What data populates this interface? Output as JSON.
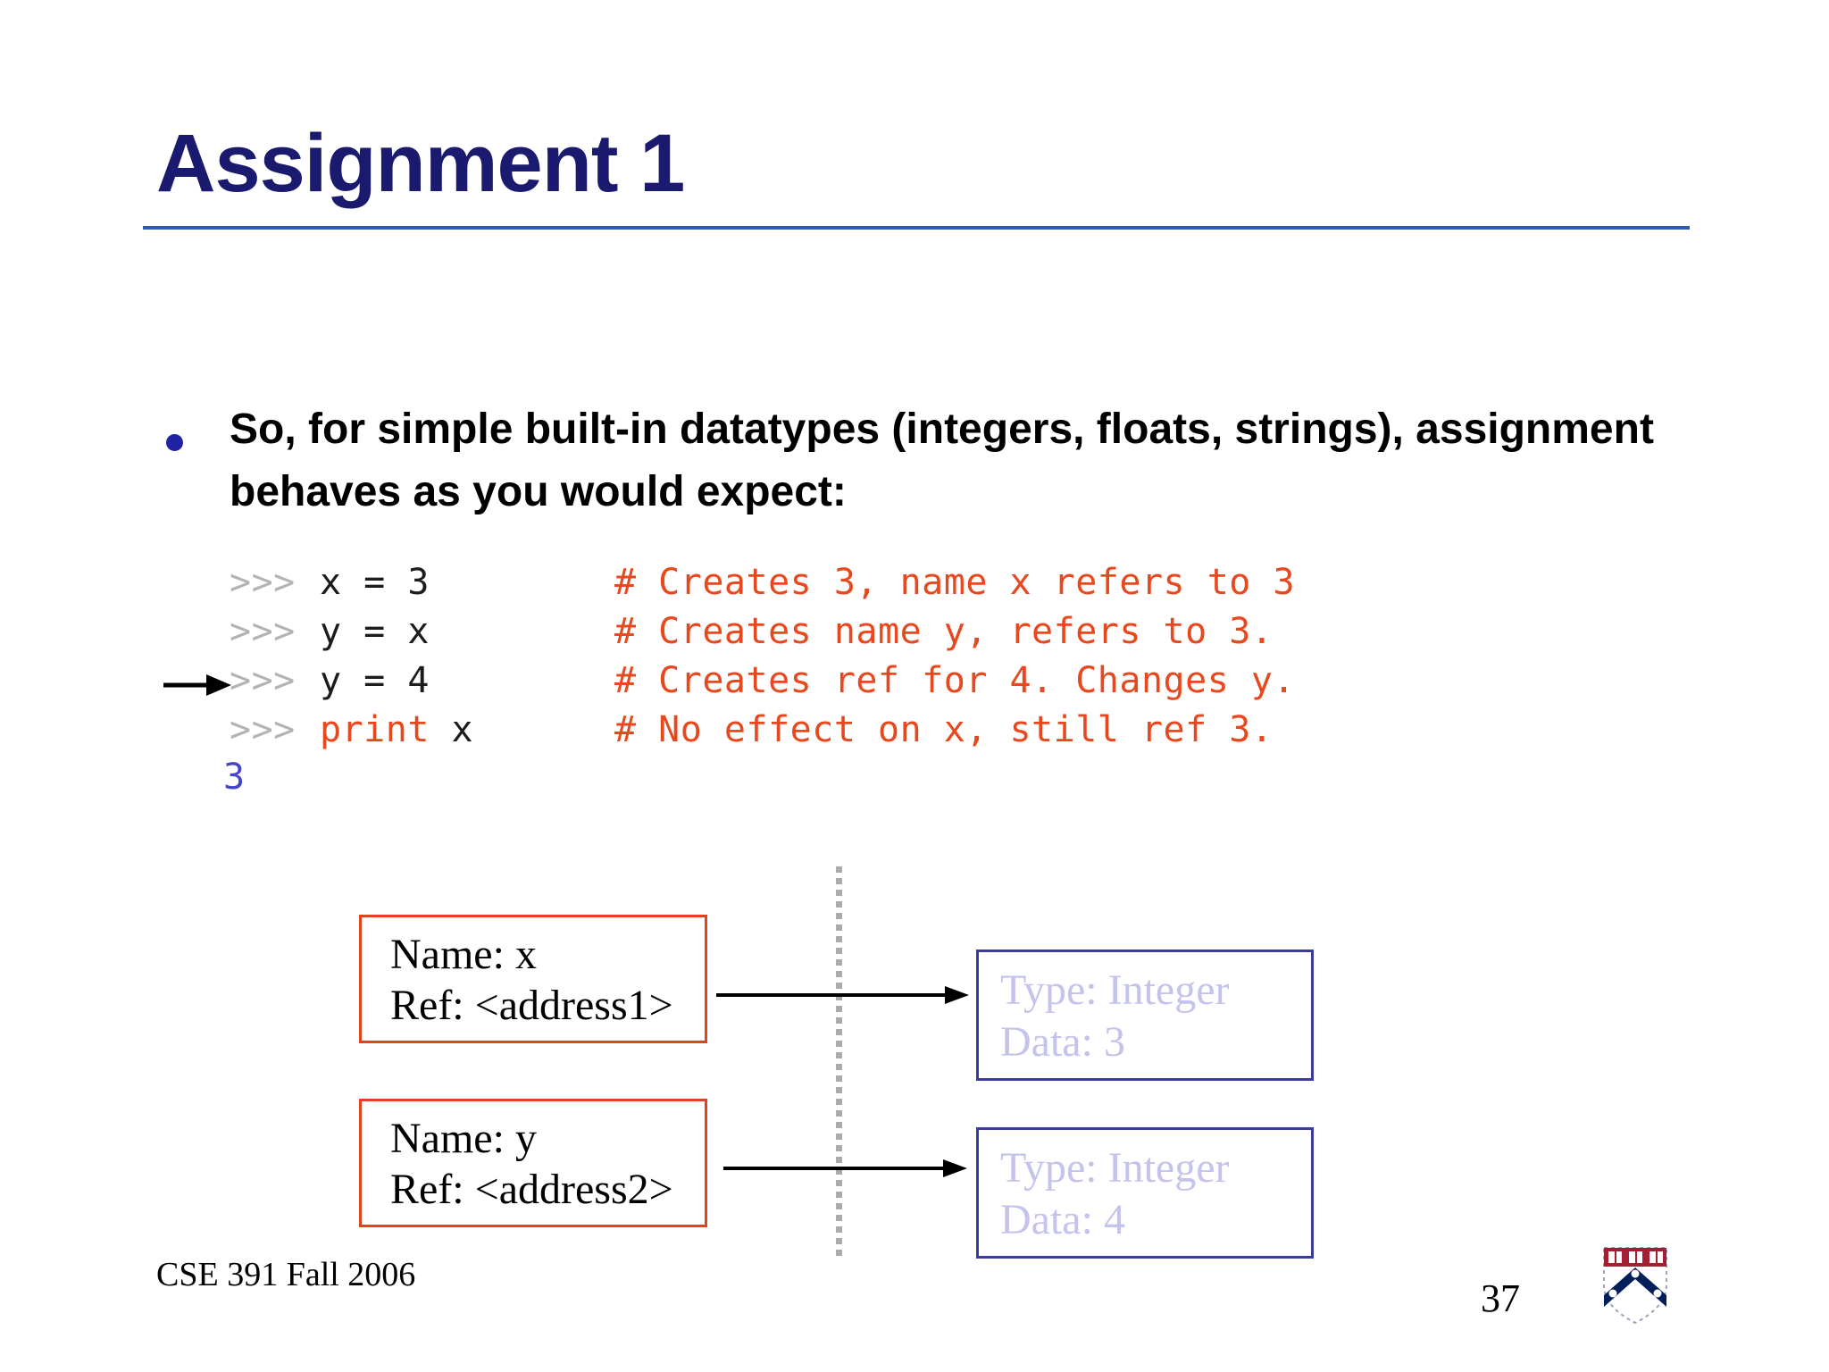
{
  "slide": {
    "title": "Assignment 1",
    "bullet": "So, for simple built-in datatypes (integers, floats, strings), assignment behaves as you would expect:"
  },
  "code": {
    "lines": [
      {
        "prompt": ">>>",
        "code": "x = 3",
        "comment": "# Creates 3, name x refers to 3"
      },
      {
        "prompt": ">>>",
        "code": "y = x",
        "comment": "# Creates name y, refers to 3."
      },
      {
        "prompt": ">>>",
        "code": "y = 4",
        "comment": "# Creates ref for 4. Changes y."
      },
      {
        "prompt": ">>>",
        "keyword": "print",
        "code": " x",
        "comment": "# No effect on x, still ref 3."
      }
    ],
    "output": "3"
  },
  "diagram": {
    "name_boxes": [
      {
        "line1": "Name: x",
        "line2": "Ref: <address1>"
      },
      {
        "line1": "Name: y",
        "line2": "Ref: <address2>"
      }
    ],
    "value_boxes": [
      {
        "line1": "Type: Integer",
        "line2": "Data: 3"
      },
      {
        "line1": "Type: Integer",
        "line2": "Data: 4"
      }
    ]
  },
  "footer": {
    "course": "CSE 391 Fall 2006",
    "page": "37"
  },
  "icons": {
    "current_line_marker": "right-arrow-icon",
    "reference_arrows": "right-arrow-icon",
    "logo": "penn-shield-logo"
  },
  "colors": {
    "title_navy": "#1a1a6e",
    "rule_blue": "#2e5bb0",
    "bullet_dot_blue": "#2121a3",
    "prompt_gray": "#b3b3b3",
    "code_black": "#1c1c1c",
    "comment_red": "#e8481e",
    "output_blue": "#4545c8",
    "name_box_border": "#e2431e",
    "value_box_border": "#3b3b9d",
    "value_box_text": "#c3c3ec",
    "divider_gray": "#ababab",
    "penn_red": "#a31f34",
    "penn_blue": "#011f5b"
  }
}
